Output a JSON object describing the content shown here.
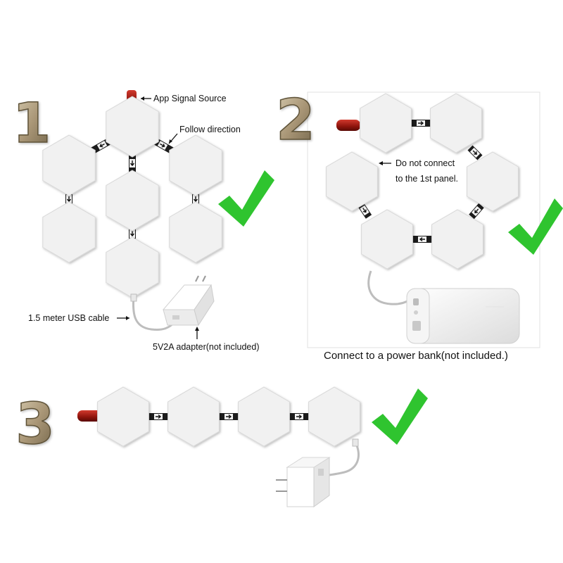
{
  "steps": [
    {
      "number": "1",
      "labels": {
        "signal_source": "App Signal Source",
        "follow_direction": "Follow direction",
        "usb_cable": "1.5 meter USB cable",
        "adapter": "5V2A adapter(not included)"
      }
    },
    {
      "number": "2",
      "labels": {
        "do_not_connect_line1": "Do not connect",
        "do_not_connect_line2": "to the 1st panel.",
        "power_bank": "Connect to a power bank(not included.)"
      }
    },
    {
      "number": "3",
      "labels": {}
    }
  ],
  "colors": {
    "panel_fill": "#f1f1f1",
    "panel_stroke": "#d7d7d7",
    "checkmark": "#2fc42f",
    "signal_source": "#a81a12",
    "number_gold": "#b8a98a",
    "connector": "#1c1c1c",
    "cable": "#bbbbbb"
  },
  "icons": {
    "checkmark": "checkmark-icon",
    "connector": "arrow-connector-icon",
    "signal_source": "signal-source-icon",
    "adapter": "usb-adapter-icon",
    "power_bank": "power-bank-icon"
  }
}
